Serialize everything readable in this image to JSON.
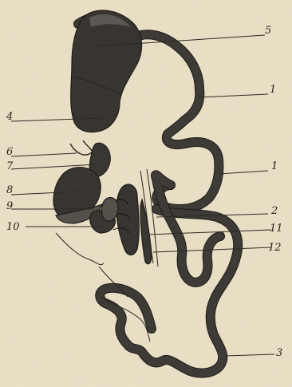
{
  "labels": {
    "l5": "5",
    "l1a": "1",
    "l4": "4",
    "l6": "6",
    "l7": "7",
    "l1b": "1",
    "l8": "8",
    "l9": "9",
    "l2": "2",
    "l10": "10",
    "l11": "11",
    "l12": "12",
    "l3": "3"
  }
}
